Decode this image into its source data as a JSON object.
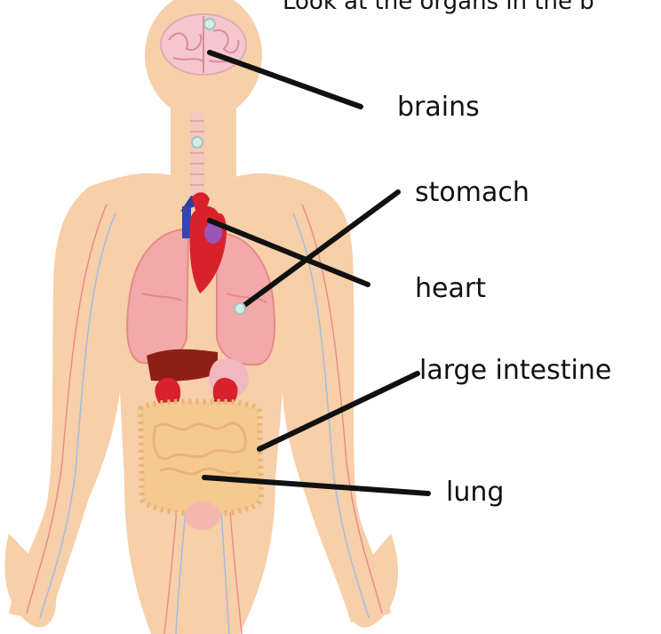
{
  "header": {
    "text": "Look at the organs in the b"
  },
  "labels": {
    "brains": "brains",
    "stomach": "stomach",
    "heart": "heart",
    "large_intestine": "large intestine",
    "lung": "lung"
  },
  "colors": {
    "skin": "#f7cfa8",
    "skin_outline": "#f2c49a",
    "lung": "#f3a9a9",
    "lung_dark": "#e48a8a",
    "heart": "#d8212a",
    "liver": "#8e1f17",
    "kidney": "#d8212a",
    "intestine": "#f6c98f",
    "intestine_outline": "#e8b47a",
    "brain": "#f4c7cf",
    "pointer": "#d6ebe6",
    "line": "#111111",
    "vein_red": "#e9868f",
    "vein_blue": "#9dbbe5"
  }
}
